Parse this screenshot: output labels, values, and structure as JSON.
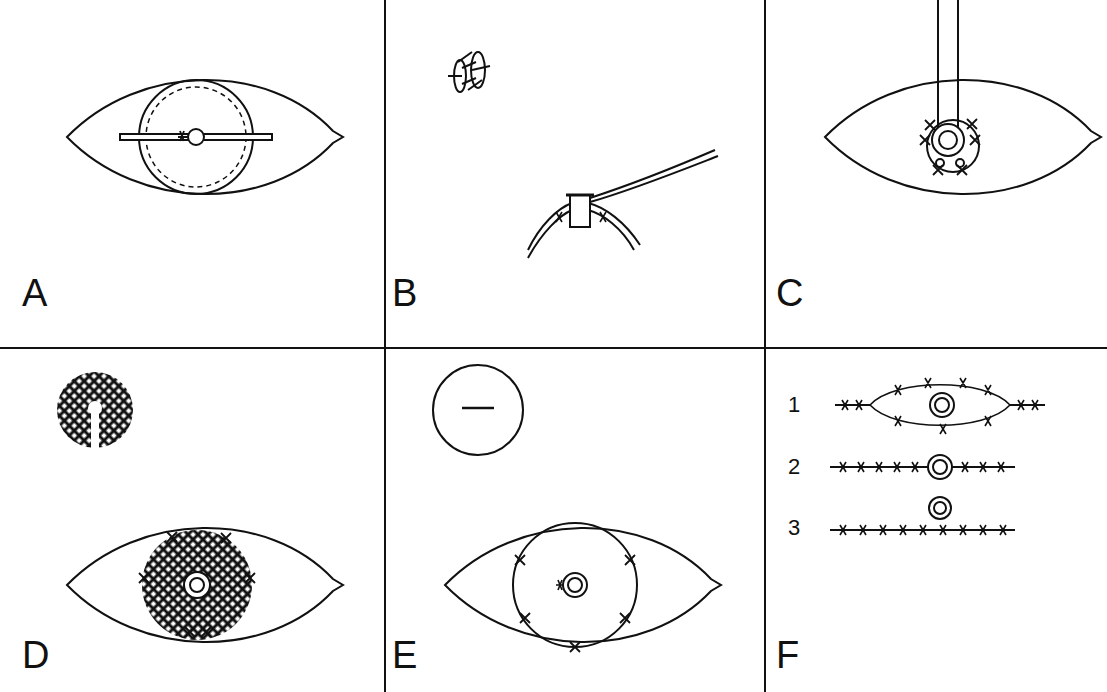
{
  "diagram": {
    "labels": [
      "A",
      "B",
      "C",
      "D",
      "E",
      "F",
      "1",
      "2",
      "3"
    ]
  }
}
